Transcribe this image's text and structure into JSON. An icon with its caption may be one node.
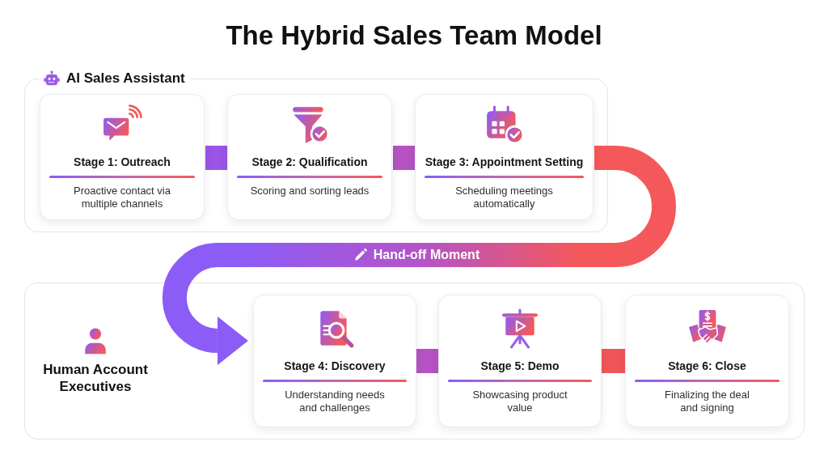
{
  "diagram": {
    "title": "The Hybrid Sales Team Model",
    "nodes": [
      {
        "text": [
          "AI Sales Assistant"
        ]
      },
      {
        "text": [
          "Stage 1: Outreach",
          "Proactive contact via multiple channels"
        ],
        "in": 0
      },
      {
        "text": [
          "Stage 2: Qualification",
          "Scoring and sorting leads"
        ],
        "in": 0
      },
      {
        "text": [
          "Stage 3: Appointment Setting",
          "Scheduling meetings automatically"
        ],
        "in": 0
      },
      {
        "text": [
          "Human Account Executives"
        ]
      },
      {
        "text": [
          "Stage 4: Discovery",
          "Understanding needs and challenges"
        ],
        "in": 4
      },
      {
        "text": [
          "Stage 5: Demo",
          "Showcasing product value"
        ],
        "in": 4
      },
      {
        "text": [
          "Stage 6: Close",
          "Finalizing the deal and signing"
        ],
        "in": 4
      }
    ],
    "edges": [
      {
        "from": 1,
        "to": 2,
        "arrow": "none",
        "color": "#9b55e6"
      },
      {
        "from": 2,
        "to": 3,
        "arrow": "none",
        "color": "#b652c4"
      },
      {
        "from": 3,
        "to": 5,
        "arrow": "to",
        "label": "Hand-off Moment"
      },
      {
        "from": 5,
        "to": 6,
        "arrow": "none",
        "color": "#b652c4"
      },
      {
        "from": 6,
        "to": 7,
        "arrow": "none",
        "color": "#f0555a"
      }
    ]
  }
}
